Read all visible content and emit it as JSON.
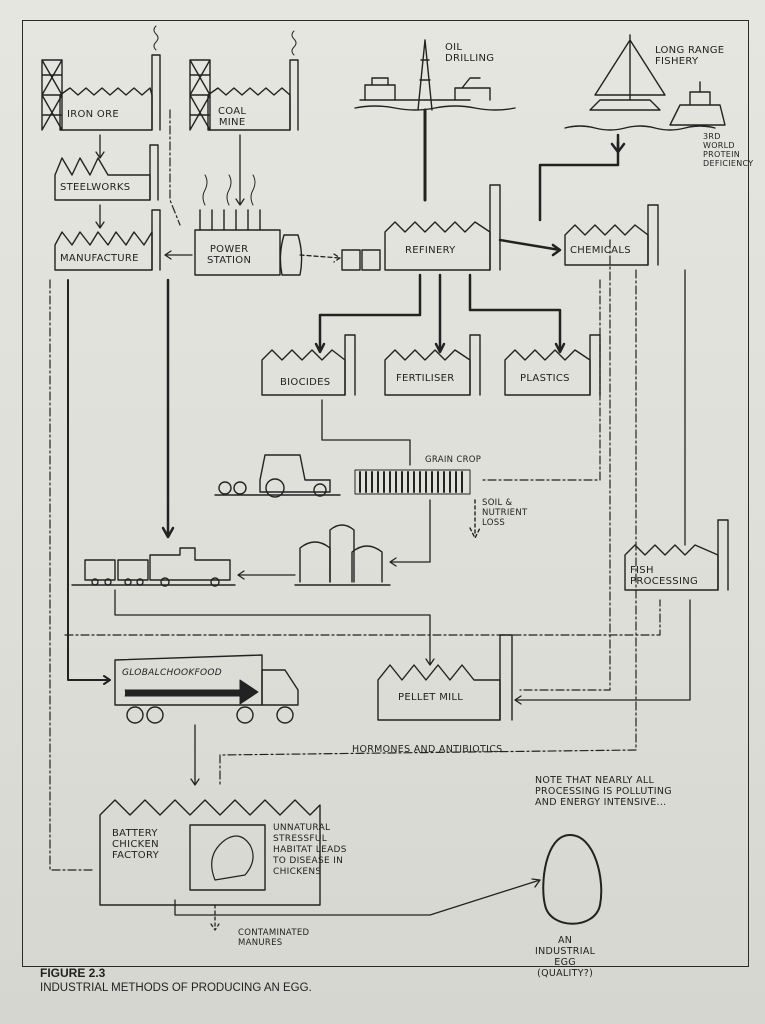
{
  "figure": {
    "number": "FIGURE 2.3",
    "title": "INDUSTRIAL METHODS OF PRODUCING AN EGG."
  },
  "nodes": {
    "iron_ore": "IRON ORE",
    "coal_mine": "COAL\nMINE",
    "oil_drilling": "OIL\nDRILLING",
    "long_range_fishery": "LONG RANGE\nFISHERY",
    "third_world": "3RD\nWORLD\nPROTEIN\nDEFICIENCY",
    "steelworks": "STEELWORKS",
    "manufacture": "MANUFACTURE",
    "power_station": "POWER\nSTATION",
    "refinery": "REFINERY",
    "chemicals": "CHEMICALS",
    "biocides": "BIOCIDES",
    "fertiliser": "FERTILISER",
    "plastics": "PLASTICS",
    "grain_crop": "GRAIN CROP",
    "soil_loss": "SOIL &\nNUTRIENT\nLOSS",
    "fish_processing": "FISH\nPROCESSING",
    "truck_logo": "GLOBALCHOOKFOOD",
    "pellet_mill": "PELLET MILL",
    "hormones": "HORMONES AND ANTIBIOTICS",
    "note": "NOTE THAT NEARLY ALL\nPROCESSING IS POLLUTING\nAND ENERGY INTENSIVE...",
    "battery_factory": "BATTERY\nCHICKEN\nFACTORY",
    "unnatural_habitat": "UNNATURAL\nSTRESSFUL\nHABITAT LEADS\nTO DISEASE IN\nCHICKENS",
    "manures": "CONTAMINATED\nMANURES",
    "egg": "AN\nINDUSTRIAL\nEGG\n(QUALITY?)"
  }
}
